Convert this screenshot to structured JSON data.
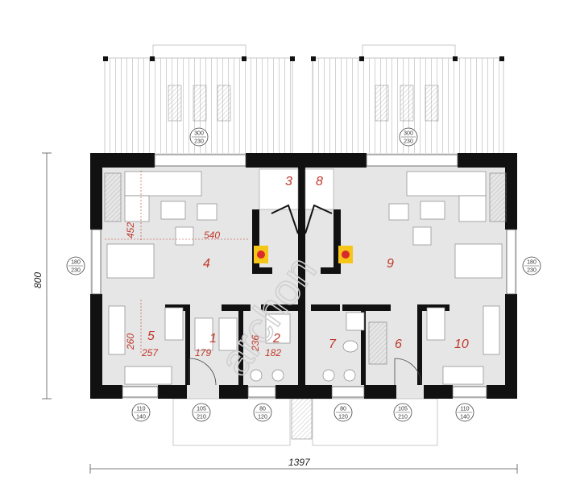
{
  "rooms": {
    "r1": "1",
    "r2": "2",
    "r3": "3",
    "r4": "4",
    "r5": "5",
    "r6": "6",
    "r7": "7",
    "r8": "8",
    "r9": "9",
    "r10": "10"
  },
  "dims": {
    "d452": "452",
    "d540": "540",
    "d260": "260",
    "d257": "257",
    "d179": "179",
    "d236": "236",
    "d182": "182"
  },
  "overall": {
    "width": "1397",
    "height": "800"
  },
  "openings": {
    "o1": {
      "top": "300",
      "bottom": "230"
    },
    "o2": {
      "top": "300",
      "bottom": "230"
    },
    "o3": {
      "top": "180",
      "bottom": "230"
    },
    "o4": {
      "top": "180",
      "bottom": "230"
    },
    "o5": {
      "top": "110",
      "bottom": "140"
    },
    "o6": {
      "top": "105",
      "bottom": "210"
    },
    "o7": {
      "top": "80",
      "bottom": "120"
    },
    "o8": {
      "top": "80",
      "bottom": "120"
    },
    "o9": {
      "top": "105",
      "bottom": "210"
    },
    "o10": {
      "top": "110",
      "bottom": "140"
    }
  },
  "watermark": "archon",
  "colors": {
    "wall": "#111111",
    "floor": "#e6e6e6",
    "label": "#c0392b"
  }
}
